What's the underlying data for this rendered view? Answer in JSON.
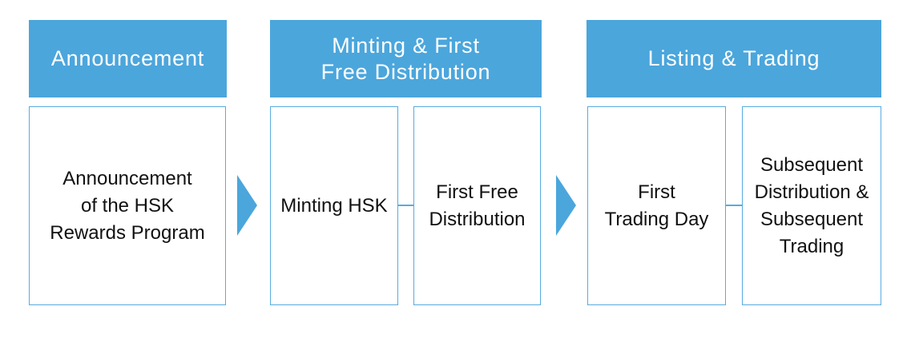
{
  "colors": {
    "canvas_bg": "#ffffff",
    "header_bg": "#4ba6dc",
    "header_text": "#ffffff",
    "box_bg": "#ffffff",
    "box_border": "#58abdf",
    "body_text": "#111111",
    "arrow": "#4ba6dc"
  },
  "phases": [
    {
      "title": "Announcement",
      "title_lines": [
        "Announcement"
      ],
      "steps": [
        {
          "lines": [
            "Announcement",
            "of the HSK",
            "Rewards Program"
          ]
        }
      ]
    },
    {
      "title": "Minting & First Free Distribution",
      "title_lines": [
        "Minting & First",
        "Free Distribution"
      ],
      "steps": [
        {
          "lines": [
            "Minting HSK"
          ]
        },
        {
          "lines": [
            "First Free",
            "Distribution"
          ]
        }
      ]
    },
    {
      "title": "Listing & Trading",
      "title_lines": [
        "Listing & Trading"
      ],
      "steps": [
        {
          "lines": [
            "First",
            "Trading Day"
          ]
        },
        {
          "lines": [
            "Subsequent",
            "Distribution &",
            "Subsequent",
            "Trading"
          ]
        }
      ]
    }
  ]
}
